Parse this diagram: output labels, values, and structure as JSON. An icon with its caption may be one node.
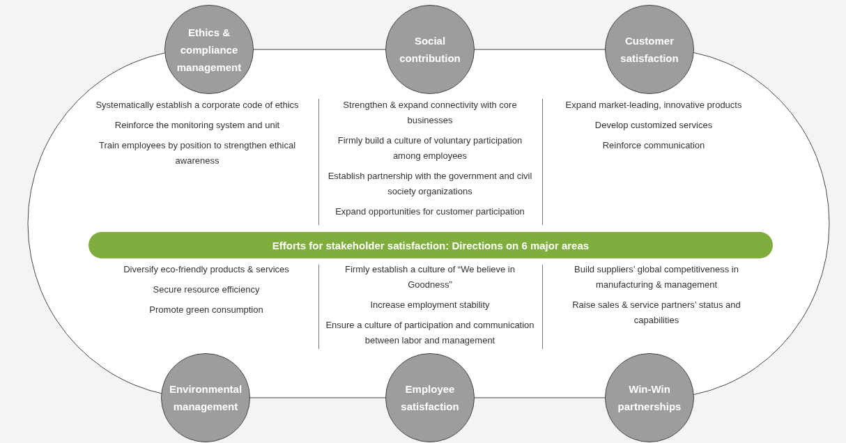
{
  "diagram": {
    "nodes": [
      {
        "text": [
          "Ethics & compliance management"
        ],
        "beside": [
          "Systematically establish a corporate code of ethics",
          "Reinforce the monitoring system and unit",
          "Train employees by position to strengthen ethical awareness"
        ]
      },
      {
        "text": [
          "Social contribution"
        ],
        "beside": [
          "Strengthen & expand connectivity with core businesses",
          "Firmly build a culture of voluntary participation among employees",
          "Establish partnership with the government and civil society organizations",
          "Expand opportunities for customer participation"
        ]
      },
      {
        "text": [
          "Customer satisfaction"
        ],
        "beside": [
          "Expand market-leading, innovative products",
          "Develop customized services",
          "Reinforce communication"
        ]
      },
      {
        "text": [
          "Efforts for stakeholder satisfaction: Directions on 6 major areas"
        ]
      },
      {
        "text": [
          "Environmental management"
        ]
      },
      {
        "text": [
          "Employee satisfaction"
        ]
      },
      {
        "text": [
          "Win-Win partnerships"
        ]
      }
    ],
    "labels": [
      "Diversify eco-friendly products & services",
      "Secure resource efficiency",
      "Promote green consumption",
      "Firmly establish a culture of “We believe in Goodness”",
      "Increase employment stability",
      "Ensure a culture of participation and communication between labor and management",
      "Build suppliers’ global competitiveness in manufacturing & management",
      "Raise sales & service partners’ status and capabilities"
    ]
  }
}
